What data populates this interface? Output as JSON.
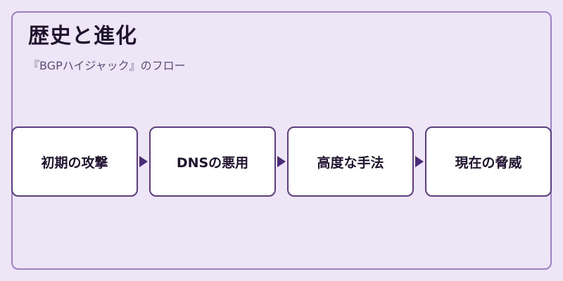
{
  "header": {
    "title": "歴史と進化",
    "subtitle": "『BGPハイジャック』のフロー"
  },
  "flow": {
    "steps": [
      {
        "label": "初期の攻撃"
      },
      {
        "label": "DNSの悪用"
      },
      {
        "label": "高度な手法"
      },
      {
        "label": "現在の脅威"
      }
    ]
  },
  "colors": {
    "background": "#ede6f6",
    "frame_border": "#9b80c8",
    "box_border": "#5b3a86",
    "arrow": "#4a2c78"
  }
}
